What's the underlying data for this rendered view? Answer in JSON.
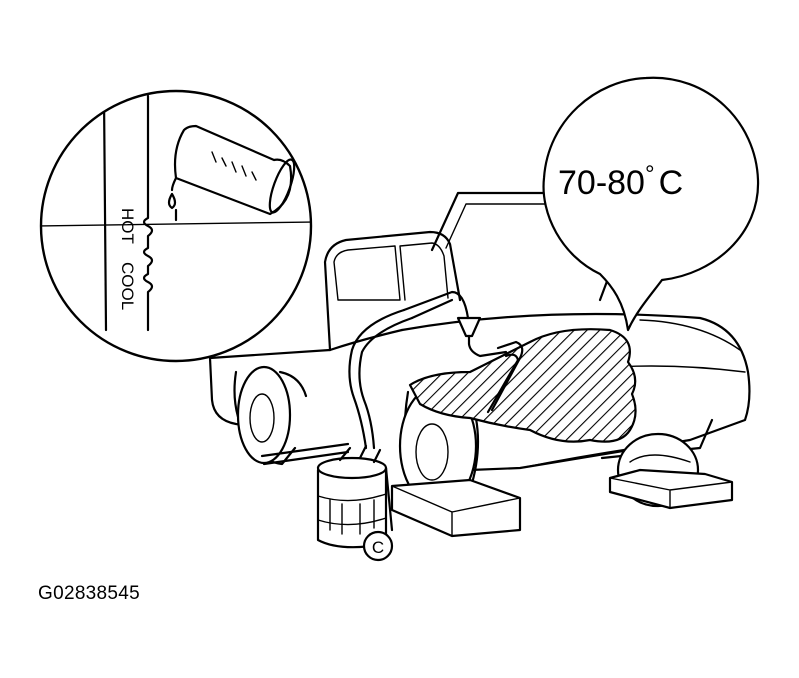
{
  "temperature_callout": {
    "range": "70-80",
    "degree_mark": "°",
    "unit": "C"
  },
  "gauge_detail": {
    "hot_label": "HOT",
    "cool_label": "COOL"
  },
  "drain_can": {
    "label": "C"
  },
  "figure": {
    "id": "G02838545"
  }
}
